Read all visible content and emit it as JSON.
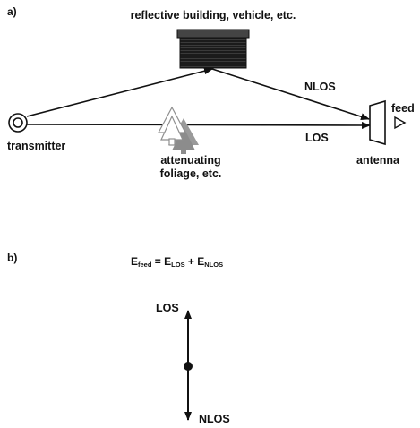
{
  "panel_a": {
    "label": "a)",
    "reflector_label": "reflective building, vehicle, etc.",
    "nlos_label": "NLOS",
    "los_label": "LOS",
    "transmitter_label": "transmitter",
    "foliage_label_line1": "attenuating",
    "foliage_label_line2": "foliage, etc.",
    "antenna_label": "antenna",
    "feed_label": "feed"
  },
  "panel_b": {
    "label": "b)",
    "equation": {
      "lhs_symbol": "E",
      "lhs_sub": "feed",
      "equals": "=",
      "term1_symbol": "E",
      "term1_sub": "LOS",
      "plus": "+",
      "term2_symbol": "E",
      "term2_sub": "NLOS"
    },
    "phasor_top_label": "LOS",
    "phasor_bottom_label": "NLOS"
  }
}
